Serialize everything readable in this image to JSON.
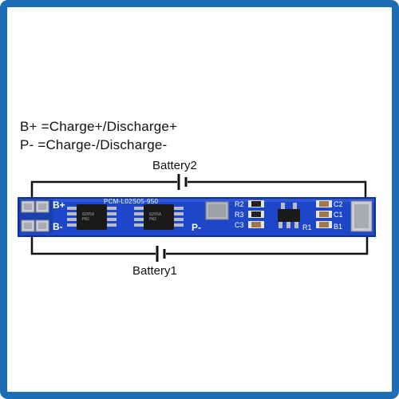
{
  "legend": {
    "line1": "B+ =Charge+/Discharge+",
    "line2": "P- =Charge-/Discharge-"
  },
  "battery_labels": {
    "top": "Battery2",
    "bottom": "Battery1"
  },
  "pcb": {
    "part_number": "PCM-L02S05-950",
    "pads_left": [
      "B+",
      "B-"
    ],
    "pad_p_minus": "P-",
    "components": {
      "r2": "R2",
      "r3": "R3",
      "c3": "C3",
      "r1": "R1",
      "c2": "C2",
      "c1": "C1",
      "b1": "B1"
    },
    "chip_markings": [
      "8205A",
      "PW2"
    ]
  },
  "colors": {
    "frame": "#1c6db3",
    "pcb": "#1e46c8",
    "pcb_edge": "#0f2f9a",
    "wire": "#111111",
    "pad": "#c9ccd1"
  }
}
